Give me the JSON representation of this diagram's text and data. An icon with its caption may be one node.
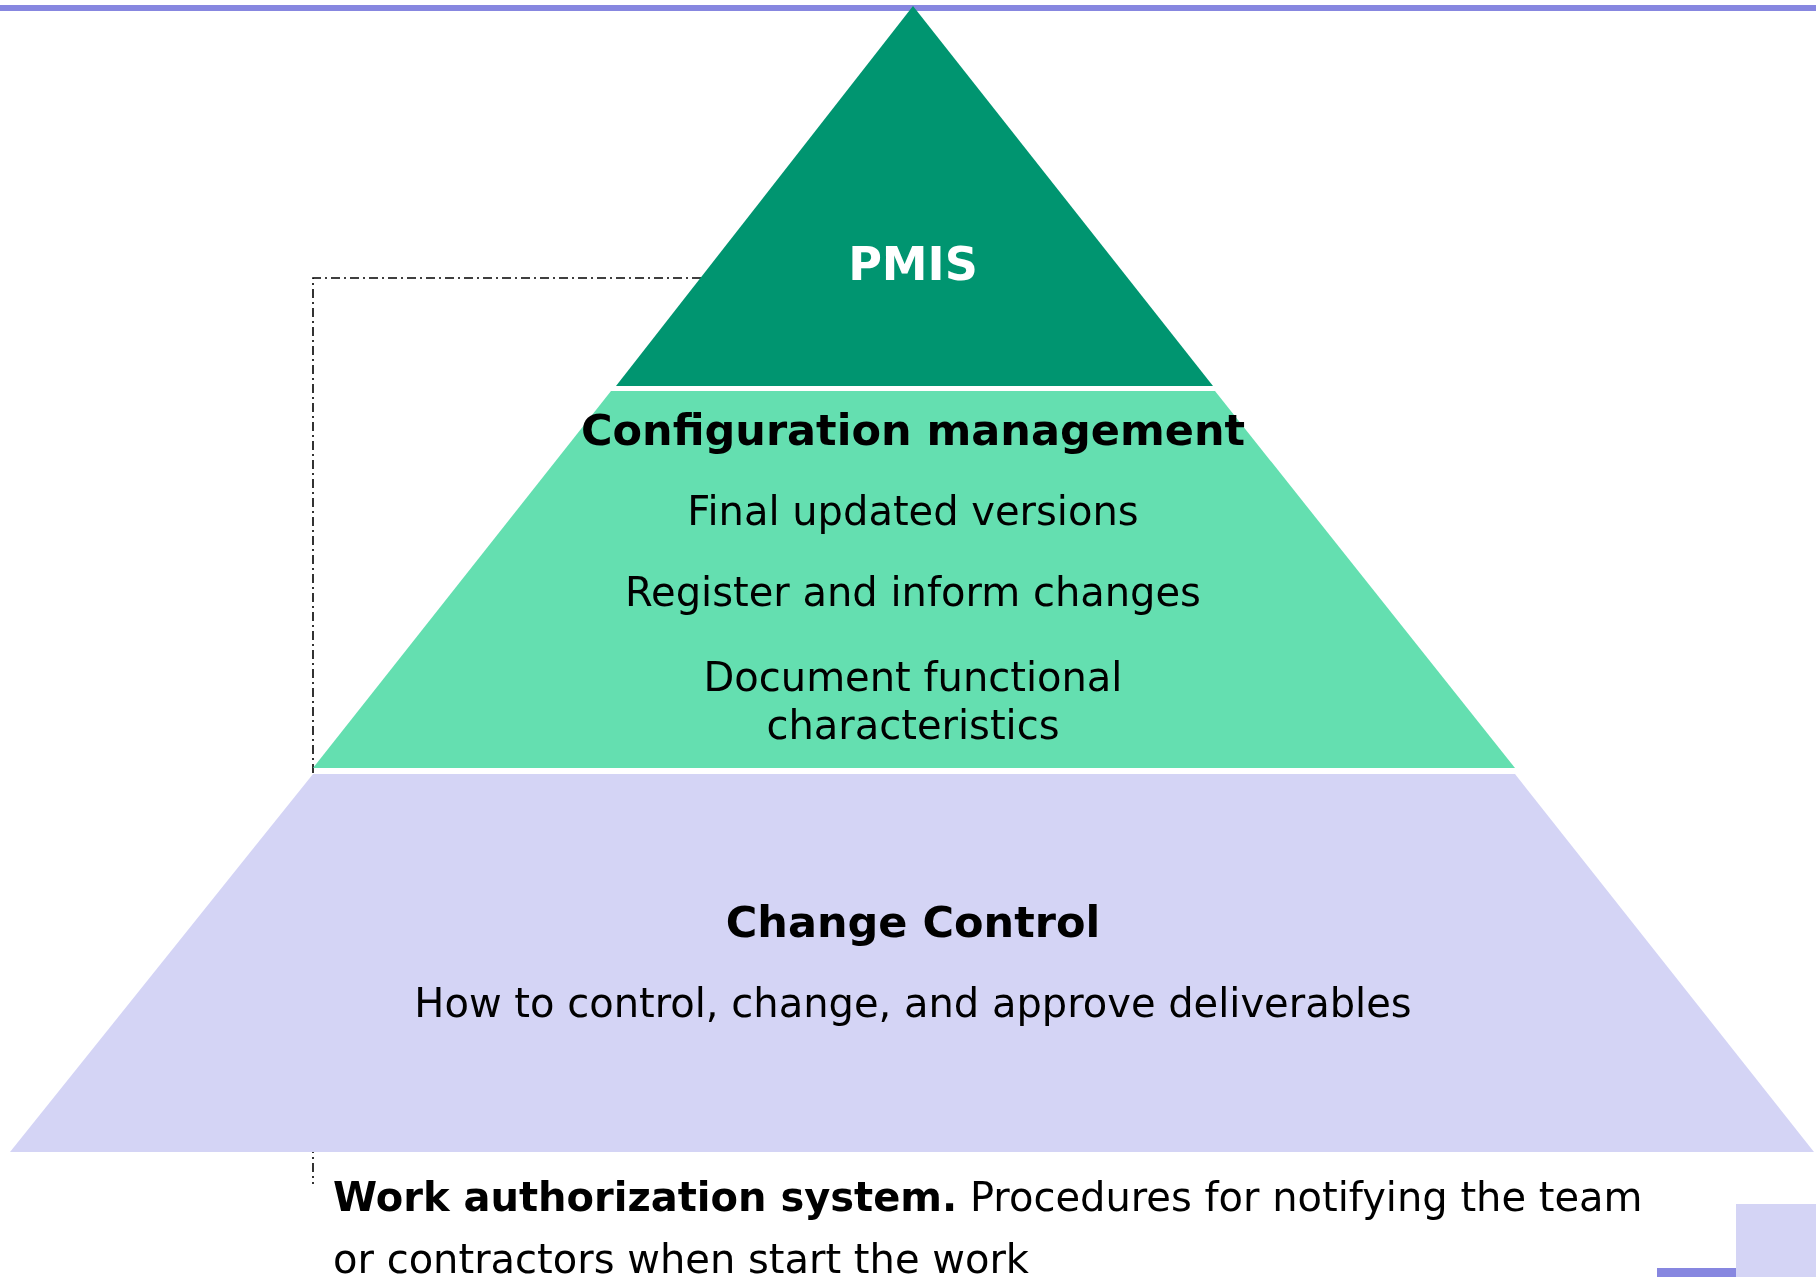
{
  "diagram": {
    "nodes": [
      {
        "text": [
          "PMIS"
        ]
      },
      {
        "text": [
          "Configuration management",
          "Final updated versions",
          "Register and inform changes",
          "Document functional characteristics"
        ]
      },
      {
        "text": [
          "Change Control",
          "How to control, change, and approve deliverables"
        ]
      },
      {
        "text": [
          "**Work authorization system.** Procedures for notifying the team or contractors when start the work"
        ]
      }
    ],
    "edges": [
      {
        "from": 0,
        "to": 3,
        "arrow": "none",
        "style": "dashed"
      }
    ]
  }
}
